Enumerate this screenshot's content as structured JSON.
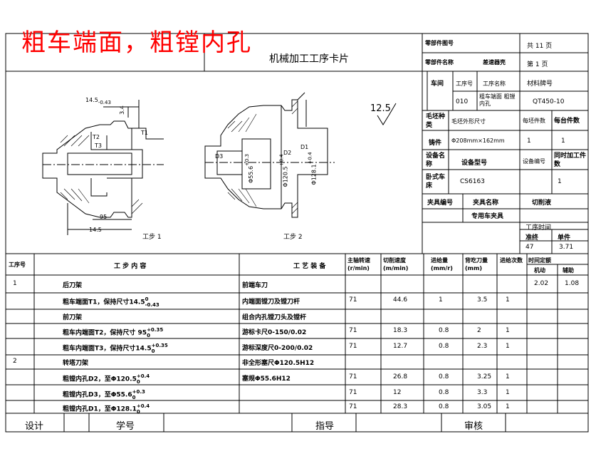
{
  "heading": "粗车端面，粗镗内孔",
  "card_title": "机械加工工序卡片",
  "header": {
    "part_number_label": "零部件图号",
    "part_name_label": "零部件名称",
    "part_name_value": "差速器壳",
    "total_pages": "共 11 页",
    "page_no": "第 1 页"
  },
  "info": {
    "workshop_label": "车间",
    "process_no_label": "工序号",
    "process_name_label": "工序名称",
    "material_label": "材料牌号",
    "process_no_value": "010",
    "process_name_value": "粗车端面 粗镗内孔",
    "material_value": "QT450-10",
    "blank_type_label": "毛坯种类",
    "blank_size_label": "毛坯外形尺寸",
    "blank_count_label": "每坯件数",
    "part_count_label": "每台件数",
    "blank_type_value": "铸件",
    "blank_size_value": "Φ208mm×162mm",
    "blank_count_value": "1",
    "part_count_value": "1",
    "equip_name_label": "设备名称",
    "equip_model_label": "设备型号",
    "equip_no_label": "设备编号",
    "simul_label": "同时加工件数",
    "equip_name_value": "卧式车床",
    "equip_model_value": "CS6163",
    "simul_value": "1",
    "fixture_no_label": "夹具编号",
    "fixture_name_label": "夹具名称",
    "coolant_label": "切削液",
    "fixture_name_value": "专用车夹具",
    "time_label": "工序时间",
    "prep_label": "准终",
    "unit_label": "单件",
    "prep_value": "47",
    "unit_value": "3.71"
  },
  "drawing": {
    "dim_a": "14.5",
    "dim_a_tol": "-0.43",
    "dim_b": "3.4",
    "label_t1": "T1",
    "label_t2": "T2",
    "label_t3": "T3",
    "label_d3": "D3",
    "label_d2": "D2",
    "label_d1": "D1",
    "dim_c": "Φ55.6",
    "dim_c_tol": "+0.3",
    "dim_d": "Φ128.1",
    "dim_d_tol": "+0.4",
    "dim_e": "Φ120.5",
    "dim_e_tol": "+0.4",
    "dim_f": "95",
    "dim_g": "14.5",
    "roughness": "12.5",
    "step1": "工步 1",
    "step2": "工步 2"
  },
  "table_header": {
    "step_no": "工序号",
    "step_content": "工 步 内 容",
    "equipment": "工 艺 装 备",
    "spindle": "主轴转速 (r/min)",
    "speed": "切削速度 (m/min)",
    "feed": "进给量 (mm/r)",
    "depth": "背吃刀量 (mm)",
    "passes": "进给次数",
    "time_quota": "时间定额",
    "machine_time": "机动",
    "aux_time": "辅助"
  },
  "rows": [
    {
      "no": "1",
      "content": "后刀架",
      "equip": "前端车刀",
      "spindle": "",
      "speed": "",
      "feed": "",
      "depth": "",
      "passes": "",
      "mt": "2.02",
      "at": "1.08"
    },
    {
      "no": "",
      "content": "粗车端面T1，保持尺寸14.5",
      "tol_up": "0",
      "tol_dn": "-0.43",
      "equip": "内端面镗刀及镗刀杆",
      "spindle": "71",
      "speed": "44.6",
      "feed": "1",
      "depth": "3.5",
      "passes": "1",
      "mt": "",
      "at": ""
    },
    {
      "no": "",
      "content": "前刀架",
      "equip": "组合内孔镗刀头及镗杆",
      "spindle": "",
      "speed": "",
      "feed": "",
      "depth": "",
      "passes": "",
      "mt": "",
      "at": ""
    },
    {
      "no": "",
      "content": "粗车内端面T2，保持尺寸 95",
      "tol_up": "+0.35",
      "tol_dn": "0",
      "equip": "游标卡尺0-150/0.02",
      "spindle": "71",
      "speed": "18.3",
      "feed": "0.8",
      "depth": "2",
      "passes": "1",
      "mt": "",
      "at": ""
    },
    {
      "no": "",
      "content": "粗车内端面T3，保持尺寸14.5",
      "tol_up": "+0.35",
      "tol_dn": "0",
      "equip": "游标深度尺0-200/0.02",
      "spindle": "71",
      "speed": "12.7",
      "feed": "0.8",
      "depth": "2.3",
      "passes": "1",
      "mt": "",
      "at": ""
    },
    {
      "no": "2",
      "content": "转塔刀架",
      "equip": "非全形塞尺Φ120.5H12",
      "spindle": "",
      "speed": "",
      "feed": "",
      "depth": "",
      "passes": "",
      "mt": "",
      "at": ""
    },
    {
      "no": "",
      "content": "粗镗内孔D2，至Φ120.5",
      "tol_up": "+0.4",
      "tol_dn": "0",
      "equip": "塞规Φ55.6H12",
      "spindle": "71",
      "speed": "26.8",
      "feed": "0.8",
      "depth": "3.25",
      "passes": "1",
      "mt": "",
      "at": ""
    },
    {
      "no": "",
      "content": "粗镗内孔D3，至Φ55.6",
      "tol_up": "+0.3",
      "tol_dn": "0",
      "equip": "",
      "spindle": "71",
      "speed": "12",
      "feed": "0.8",
      "depth": "3.3",
      "passes": "1",
      "mt": "",
      "at": ""
    },
    {
      "no": "",
      "content": "粗镗内孔D1，至Φ128.1",
      "tol_up": "+0.4",
      "tol_dn": "0",
      "equip": "",
      "spindle": "71",
      "speed": "28.3",
      "feed": "0.8",
      "depth": "3.05",
      "passes": "1",
      "mt": "",
      "at": ""
    }
  ],
  "footer": {
    "design": "设计",
    "student_no": "学号",
    "guide": "指导",
    "review": "审核"
  }
}
